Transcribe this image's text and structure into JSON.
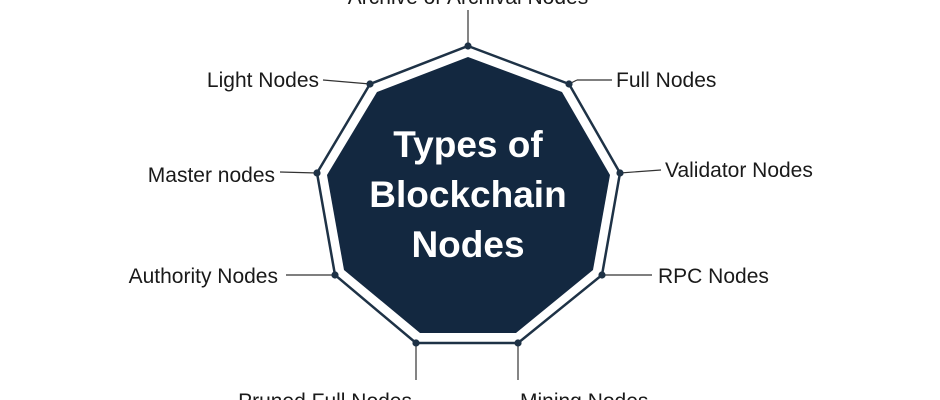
{
  "center": {
    "lines": [
      "Types of",
      "Blockchain",
      "Nodes"
    ]
  },
  "colors": {
    "fill": "#132840",
    "outline": "#1e3246",
    "connector": "#333333",
    "text": "#1a1a1a"
  },
  "nodes": [
    {
      "id": "archive",
      "label": "Archive or Archival Nodes"
    },
    {
      "id": "full",
      "label": "Full Nodes"
    },
    {
      "id": "validator",
      "label": "Validator Nodes"
    },
    {
      "id": "rpc",
      "label": "RPC Nodes"
    },
    {
      "id": "mining",
      "label": "Mining Nodes"
    },
    {
      "id": "pruned",
      "label": "Pruned Full Nodes"
    },
    {
      "id": "authority",
      "label": "Authority Nodes"
    },
    {
      "id": "master",
      "label": "Master nodes"
    },
    {
      "id": "light",
      "label": "Light Nodes"
    }
  ]
}
